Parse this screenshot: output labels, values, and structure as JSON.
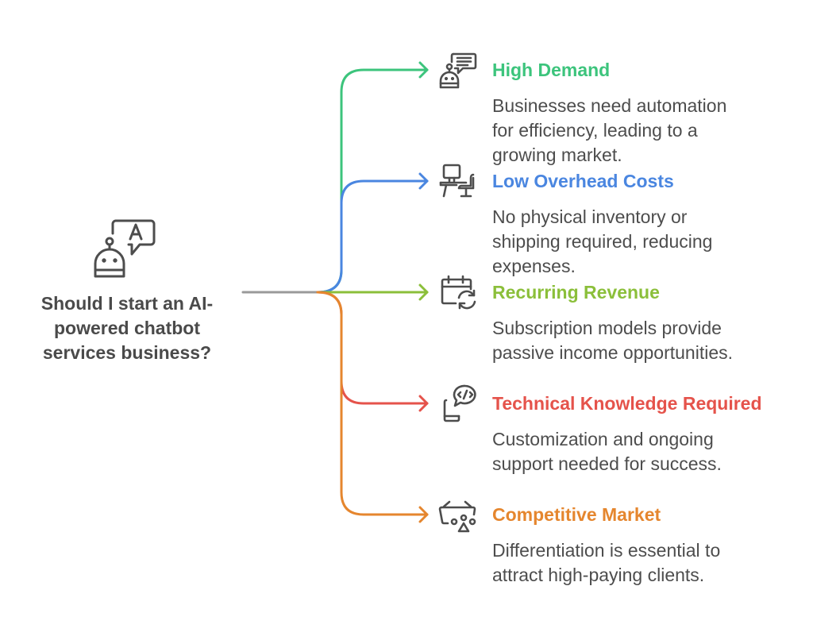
{
  "question": {
    "lines": [
      "Should I start an AI-",
      "powered chatbot",
      "services business?"
    ],
    "icon": "robot-speech-letter-a-icon"
  },
  "colors": {
    "trunk": "#999999",
    "text": "#4d4d4d",
    "question_text": "#4a4a4a",
    "icon_stroke": "#4d4d4d"
  },
  "items": [
    {
      "title": "High Demand",
      "color": "#3cc47c",
      "icon": "robot-chat-icon",
      "description": [
        "Businesses need automation",
        "for efficiency, leading to a",
        "growing market."
      ]
    },
    {
      "title": "Low Overhead Costs",
      "color": "#4a86e0",
      "icon": "desk-chair-computer-icon",
      "description": [
        "No physical inventory or",
        "shipping required, reducing",
        "expenses."
      ]
    },
    {
      "title": "Recurring Revenue",
      "color": "#8bbf3a",
      "icon": "calendar-refresh-icon",
      "description": [
        "Subscription models provide",
        "passive income opportunities."
      ]
    },
    {
      "title": "Technical Knowledge Required",
      "color": "#e5534b",
      "icon": "phone-code-bubble-icon",
      "description": [
        "Customization and ongoing",
        "support needed for success."
      ]
    },
    {
      "title": "Competitive Market",
      "color": "#e5862e",
      "icon": "basket-shapes-icon",
      "description": [
        "Differentiation is essential to",
        "attract high-paying clients."
      ]
    }
  ]
}
